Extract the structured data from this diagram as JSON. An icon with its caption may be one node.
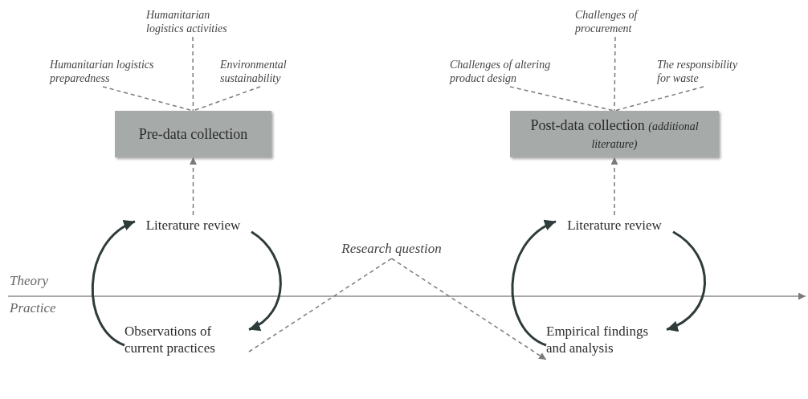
{
  "diagram": {
    "nodes": [
      {
        "text": [
          "Humanitarian logistics preparedness"
        ]
      },
      {
        "text": [
          "Humanitarian logistics activities"
        ]
      },
      {
        "text": [
          "Environmental sustainability"
        ]
      },
      {
        "text": [
          "Pre-data collection"
        ]
      },
      {
        "text": [
          "Challenges of altering product design"
        ]
      },
      {
        "text": [
          "Challenges of procurement"
        ]
      },
      {
        "text": [
          "The responsibility for waste"
        ]
      },
      {
        "text": [
          "Post-data collection *(additional literature)*"
        ]
      },
      {
        "text": [
          "Literature review"
        ]
      },
      {
        "text": [
          "Observations of current practices"
        ]
      },
      {
        "text": [
          "Research question"
        ]
      },
      {
        "text": [
          "Literature review"
        ]
      },
      {
        "text": [
          "Empirical findings and analysis"
        ]
      }
    ],
    "edges": [
      {
        "from": 0,
        "to": 3,
        "arrow": "none",
        "style": "dashed"
      },
      {
        "from": 1,
        "to": 3,
        "arrow": "none",
        "style": "dashed"
      },
      {
        "from": 2,
        "to": 3,
        "arrow": "none",
        "style": "dashed"
      },
      {
        "from": 4,
        "to": 7,
        "arrow": "none",
        "style": "dashed"
      },
      {
        "from": 5,
        "to": 7,
        "arrow": "none",
        "style": "dashed"
      },
      {
        "from": 6,
        "to": 7,
        "arrow": "none",
        "style": "dashed"
      },
      {
        "from": 8,
        "to": 3,
        "arrow": "to",
        "style": "dashed"
      },
      {
        "from": 11,
        "to": 7,
        "arrow": "to",
        "style": "dashed"
      },
      {
        "from": 8,
        "to": 9,
        "arrow": "to",
        "color": "#2f3b3b"
      },
      {
        "from": 9,
        "to": 8,
        "arrow": "to",
        "color": "#2f3b3b"
      },
      {
        "from": 11,
        "to": 12,
        "arrow": "to",
        "color": "#2f3b3b"
      },
      {
        "from": 12,
        "to": 11,
        "arrow": "to",
        "color": "#2f3b3b"
      },
      {
        "from": 9,
        "to": 10,
        "arrow": "none",
        "style": "dashed"
      },
      {
        "from": 10,
        "to": 12,
        "arrow": "to",
        "style": "dashed"
      }
    ],
    "labels": [
      "Theory",
      "Practice"
    ]
  }
}
